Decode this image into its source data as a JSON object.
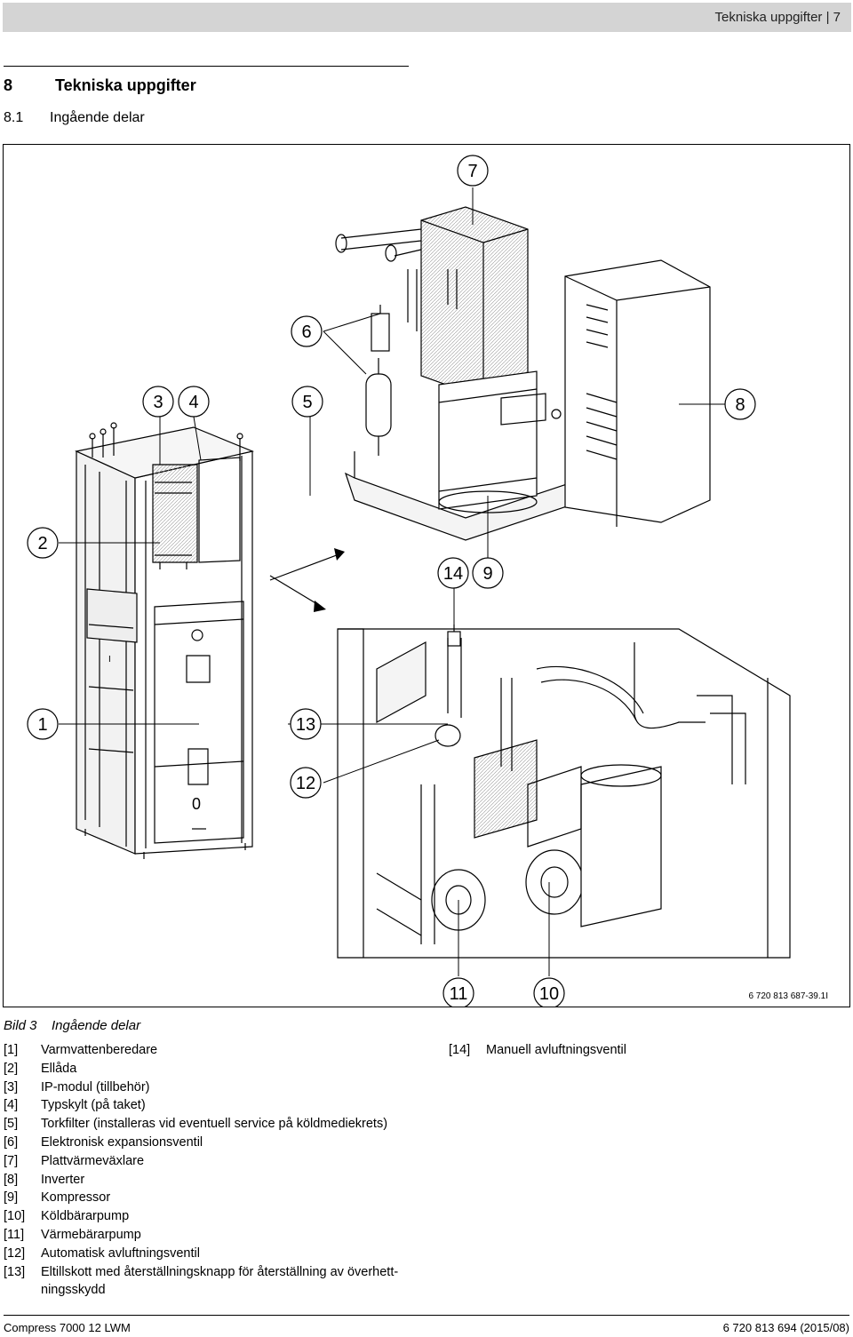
{
  "header": {
    "title": "Tekniska uppgifter | 7"
  },
  "section": {
    "number": "8",
    "title": "Tekniska uppgifter"
  },
  "subsection": {
    "number": "8.1",
    "title": "Ingående delar"
  },
  "figure": {
    "code": "6 720 813 687-39.1I",
    "callouts": [
      "7",
      "6",
      "3",
      "4",
      "5",
      "8",
      "2",
      "14",
      "9",
      "1",
      "13",
      "12",
      "11",
      "10"
    ],
    "panel_labels": {
      "front_upper": "I",
      "front_lower": "0"
    }
  },
  "caption": {
    "label": "Bild 3",
    "title": "Ingående delar"
  },
  "legend": [
    {
      "key": "[1]",
      "text": "Varmvattenberedare"
    },
    {
      "key": "[2]",
      "text": "Ellåda"
    },
    {
      "key": "[3]",
      "text": "IP-modul (tillbehör)"
    },
    {
      "key": "[4]",
      "text": "Typskylt (på taket)"
    },
    {
      "key": "[5]",
      "text": "Torkfilter (installeras vid eventuell service på köldmediekrets)"
    },
    {
      "key": "[6]",
      "text": "Elektronisk expansionsventil"
    },
    {
      "key": "[7]",
      "text": "Plattvärmeväxlare"
    },
    {
      "key": "[8]",
      "text": "Inverter"
    },
    {
      "key": "[9]",
      "text": "Kompressor"
    },
    {
      "key": "[10]",
      "text": "Köldbärarpump"
    },
    {
      "key": "[11]",
      "text": "Värmebärarpump"
    },
    {
      "key": "[12]",
      "text": "Automatisk avluftningsventil"
    },
    {
      "key": "[13]",
      "text": "Eltillskott med återställningsknapp för återställning av överhett-ningsskydd"
    }
  ],
  "legend_right": [
    {
      "key": "[14]",
      "text": "Manuell avluftningsventil"
    }
  ],
  "footer": {
    "left": "Compress 7000 12 LWM",
    "right": "6 720 813 694 (2015/08)"
  }
}
